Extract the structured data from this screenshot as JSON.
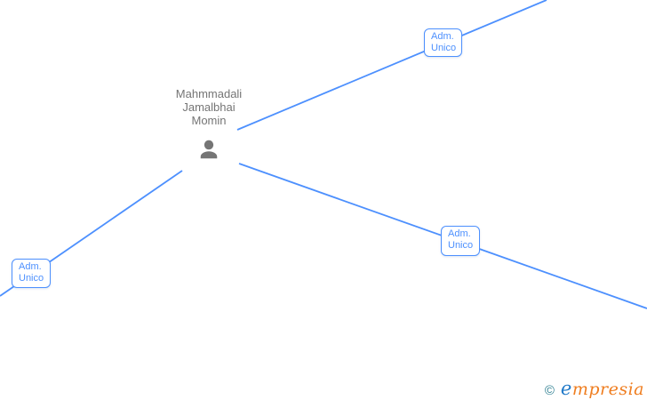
{
  "diagram": {
    "person": {
      "name": "Mahmmadali\nJamalbhai\nMomin"
    },
    "edge_labels": [
      {
        "position": "top-right",
        "text": "Adm.\nUnico"
      },
      {
        "position": "bottom-right",
        "text": "Adm.\nUnico"
      },
      {
        "position": "bottom-left",
        "text": "Adm.\nUnico"
      }
    ],
    "colors": {
      "edge_blue": "#4d90fe",
      "label_text_blue": "#4d90fe",
      "person_gray": "#757575"
    }
  },
  "watermark": {
    "copyright_symbol": "©",
    "brand_initial": "e",
    "brand_rest": "mpresia",
    "colors": {
      "copyright_teal": "#2e7f91",
      "initial_blue": "#2079c8",
      "rest_orange": "#ef7d1f"
    }
  }
}
